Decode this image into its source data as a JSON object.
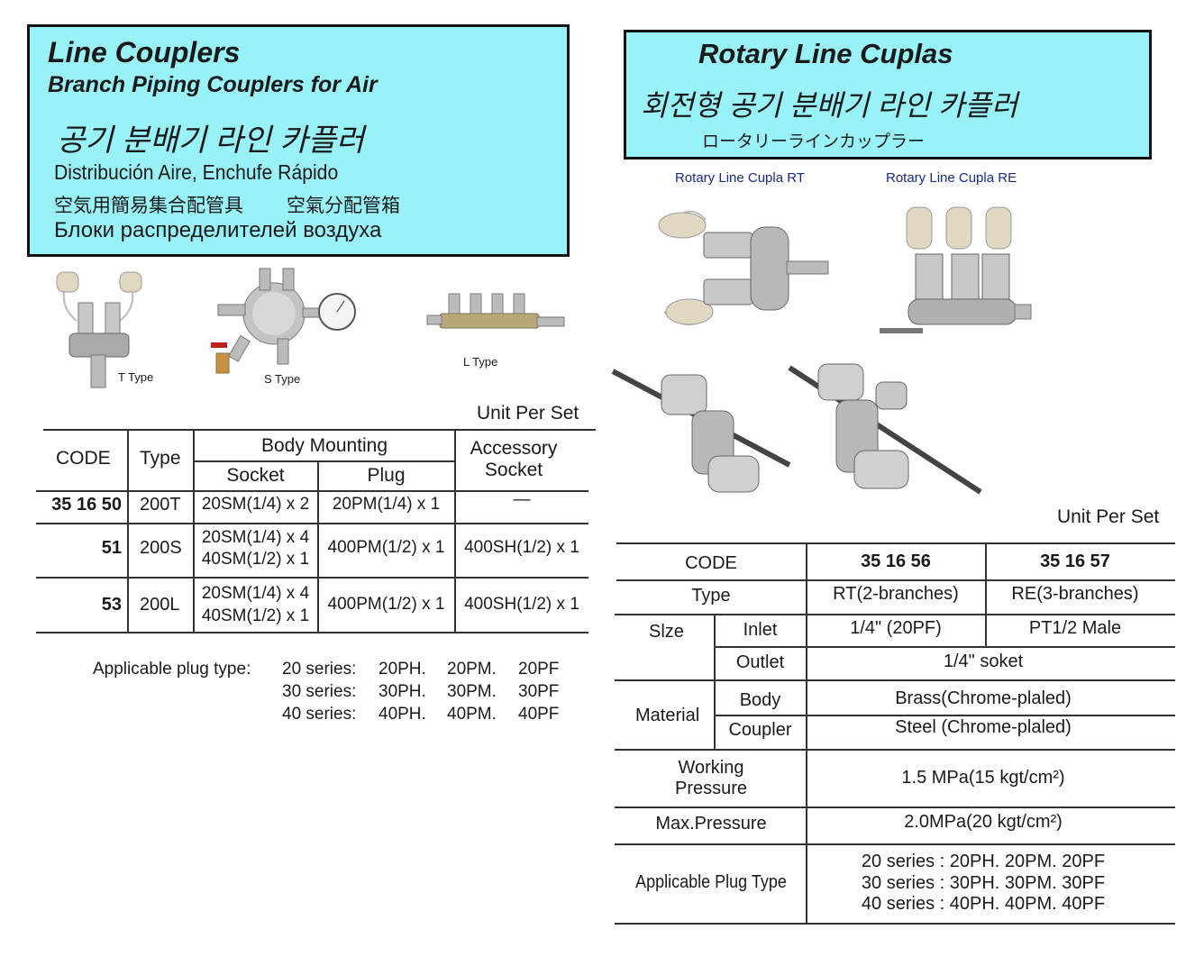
{
  "left": {
    "title": "Line Couplers",
    "subtitle": "Branch Piping Couplers for Air",
    "korean": "공기 분배기 라인 카플러",
    "spanish": "Distribución Aire, Enchufe Rápido",
    "japanese_1": "空気用簡易集合配管具",
    "japanese_2": "空氣分配管箱",
    "russian": "Блоки распределителей воздуха",
    "captions": {
      "t": "T Type",
      "s": "S Type",
      "l": "L Type"
    },
    "unit_note": "Unit Per Set",
    "headers": {
      "code": "CODE",
      "type": "Type",
      "body_mounting": "Body Mounting",
      "socket": "Socket",
      "plug": "Plug",
      "accessory_1": "Accessory",
      "accessory_2": "Socket"
    },
    "rows": [
      {
        "code": "35 16 50",
        "type": "200T",
        "socket_1": "20SM(1/4) x 2",
        "socket_2": "",
        "plug": "20PM(1/4) x 1",
        "accessory": "—"
      },
      {
        "code": "51",
        "type": "200S",
        "socket_1": "20SM(1/4) x 4",
        "socket_2": "40SM(1/2) x 1",
        "plug": "400PM(1/2) x 1",
        "accessory": "400SH(1/2) x 1"
      },
      {
        "code": "53",
        "type": "200L",
        "socket_1": "20SM(1/4) x 4",
        "socket_2": "40SM(1/2) x 1",
        "plug": "400PM(1/2) x 1",
        "accessory": "400SH(1/2) x 1"
      }
    ],
    "applicable": {
      "label": "Applicable plug type:",
      "series": [
        {
          "name": "20 series:",
          "a": "20PH.",
          "b": "20PM.",
          "c": "20PF"
        },
        {
          "name": "30 series:",
          "a": "30PH.",
          "b": "30PM.",
          "c": "30PF"
        },
        {
          "name": "40 series:",
          "a": "40PH.",
          "b": "40PM.",
          "c": "40PF"
        }
      ]
    }
  },
  "right": {
    "title": "Rotary Line Cuplas",
    "korean": "회전형 공기 분배기 라인 카플러",
    "japanese": "ロータリーラインカップラー",
    "caption_rt": "Rotary Line Cupla RT",
    "caption_re": "Rotary Line Cupla RE",
    "unit_note": "Unit Per Set",
    "table": {
      "code_label": "CODE",
      "code_1": "35 16 56",
      "code_2": "35 16 57",
      "type_label": "Type",
      "type_1": "RT(2-branches)",
      "type_2": "RE(3-branches)",
      "size_label": "Slze",
      "inlet_label": "Inlet",
      "inlet_1": "1/4\" (20PF)",
      "inlet_2": "PT1/2 Male",
      "outlet_label": "Outlet",
      "outlet": "1/4\" soket",
      "material_label": "Material",
      "body_label": "Body",
      "body": "Brass(Chrome-plaled)",
      "coupler_label": "Coupler",
      "coupler": "Steel (Chrome-plaled)",
      "working_1": "Working",
      "working_2": "Pressure",
      "working_val": "1.5 MPa(15 kgt/cm²)",
      "max_label": "Max.Pressure",
      "max_val": "2.0MPa(20 kgt/cm²)",
      "plug_label": "Applicable Plug Type",
      "plug_1": "20 series : 20PH. 20PM. 20PF",
      "plug_2": "30 series : 30PH. 30PM. 30PF",
      "plug_3": "40 series : 40PH. 40PM. 40PF"
    }
  }
}
